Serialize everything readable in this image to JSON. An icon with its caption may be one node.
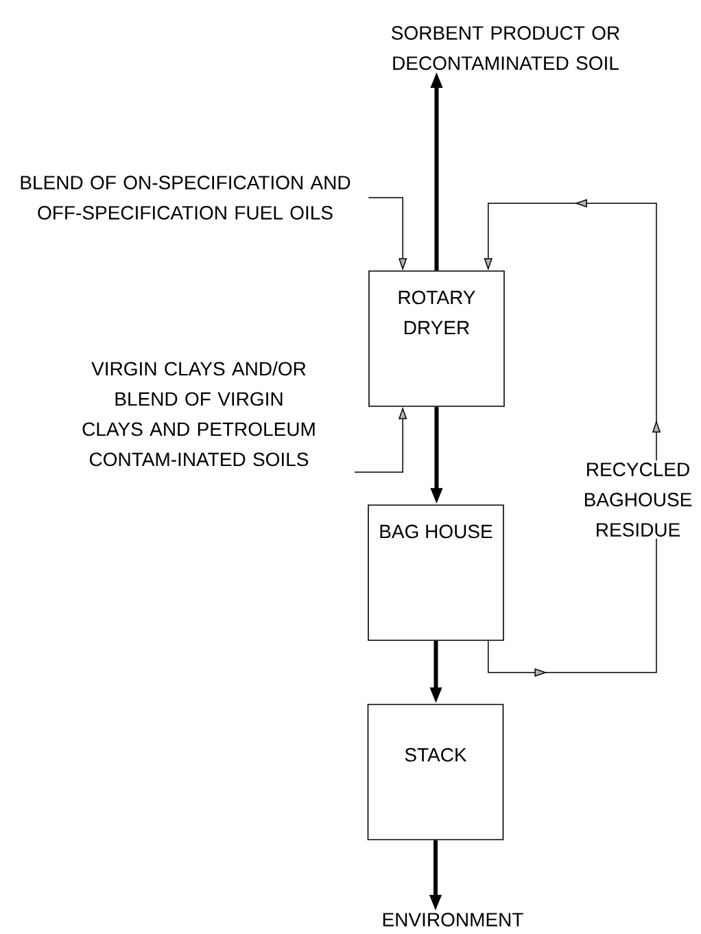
{
  "diagram": {
    "nodes": [
      {
        "text": [
          "SORBENT PRODUCT OR DECONTAMINATED SOIL"
        ]
      },
      {
        "text": [
          "BLEND OF ON-SPECIFICATION AND OFF-SPECIFICATION FUEL OILS"
        ]
      },
      {
        "text": [
          "ROTARY DRYER"
        ]
      },
      {
        "text": [
          "VIRGIN CLAYS AND/OR BLEND OF VIRGIN CLAYS AND PETROLEUM CONTAM-INATED SOILS"
        ]
      },
      {
        "text": [
          "BAG HOUSE"
        ]
      },
      {
        "text": [
          "STACK"
        ]
      },
      {
        "text": [
          "ENVIRONMENT"
        ]
      }
    ],
    "edges": [
      {
        "from": 2,
        "to": 0,
        "arrow": "to"
      },
      {
        "from": 1,
        "to": 2,
        "arrow": "to"
      },
      {
        "from": 3,
        "to": 2,
        "arrow": "to"
      },
      {
        "from": 2,
        "to": 4,
        "arrow": "to"
      },
      {
        "from": 4,
        "to": 5,
        "arrow": "to"
      },
      {
        "from": 5,
        "to": 6,
        "arrow": "to"
      },
      {
        "from": 4,
        "to": 2,
        "arrow": "to",
        "label": "RECYCLED BAGHOUSE RESIDUE"
      }
    ]
  }
}
